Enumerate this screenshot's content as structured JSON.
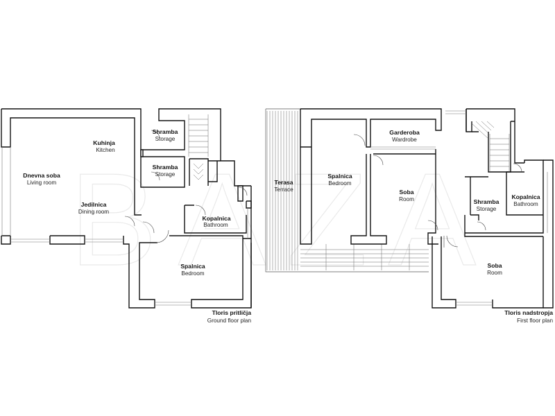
{
  "watermark": "BAZA",
  "ground_floor": {
    "title": "Tloris pritličja",
    "subtitle": "Ground floor plan",
    "rooms": {
      "living": {
        "name": "Dnevna soba",
        "sub": "Living room"
      },
      "kitchen": {
        "name": "Kuhinja",
        "sub": "Kitchen"
      },
      "dining": {
        "name": "Jedilnica",
        "sub": "Dining room"
      },
      "storage1": {
        "name": "Shramba",
        "sub": "Storage"
      },
      "storage2": {
        "name": "Shramba",
        "sub": "Storage"
      },
      "bathroom": {
        "name": "Kopalnica",
        "sub": "Bathroom"
      },
      "bedroom": {
        "name": "Spalnica",
        "sub": "Bedroom"
      }
    }
  },
  "first_floor": {
    "title": "Tloris nadstropja",
    "subtitle": "First floor plan",
    "rooms": {
      "terrace": {
        "name": "Terasa",
        "sub": "Terrace"
      },
      "bedroom": {
        "name": "Spalnica",
        "sub": "Bedroom"
      },
      "wardrobe": {
        "name": "Garderoba",
        "sub": "Wardrobe"
      },
      "room1": {
        "name": "Soba",
        "sub": "Room"
      },
      "storage": {
        "name": "Shramba",
        "sub": "Storage"
      },
      "bathroom": {
        "name": "Kopalnica",
        "sub": "Bathroom"
      },
      "room2": {
        "name": "Soba",
        "sub": "Room"
      }
    }
  }
}
